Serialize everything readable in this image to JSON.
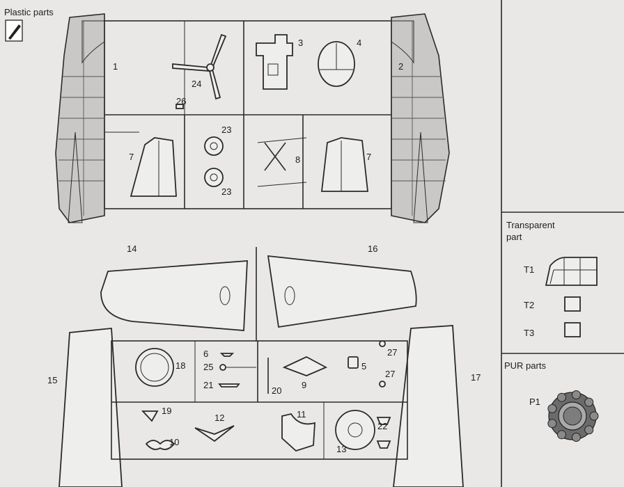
{
  "header": {
    "plastic_parts": "Plastic parts"
  },
  "sidebar": {
    "transparent_line1": "Transparent",
    "transparent_line2": "part",
    "pur_parts": "PUR parts",
    "items": [
      {
        "code": "T1"
      },
      {
        "code": "T2"
      },
      {
        "code": "T3"
      },
      {
        "code": "P1"
      }
    ]
  },
  "sprue_upper": {
    "labels": [
      "1",
      "2",
      "3",
      "4",
      "24",
      "26",
      "23",
      "23",
      "7",
      "8",
      "7"
    ]
  },
  "sprue_lower": {
    "labels": [
      "14",
      "16",
      "15",
      "17",
      "6",
      "25",
      "21",
      "18",
      "20",
      "9",
      "5",
      "27",
      "27",
      "19",
      "12",
      "11",
      "13",
      "22",
      "10"
    ]
  },
  "colors": {
    "background": "#e9e8e6",
    "ink": "#2a2a2a",
    "part_fill": "#eeeeec",
    "shade_fill": "#c9c8c6"
  },
  "icons": {
    "plastic": "knife-icon",
    "canopy": "canopy-icon",
    "engine": "radial-engine-icon"
  }
}
